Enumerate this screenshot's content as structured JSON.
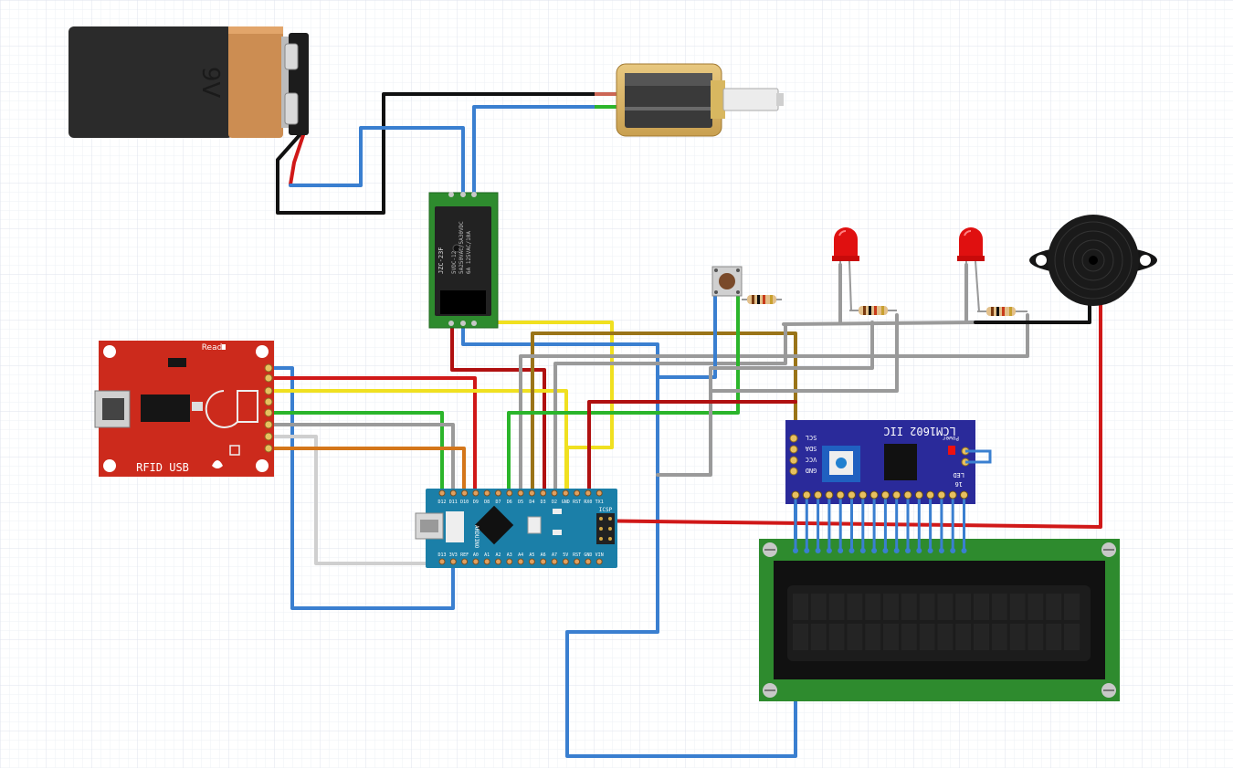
{
  "battery": {
    "label": "9V"
  },
  "rfid": {
    "title": "RFID USB",
    "read_label": "Read"
  },
  "relay": {
    "model": "JZC-23F",
    "rating_1": "5VDC-12",
    "rating_2": "5A250VAC/5A30VDC",
    "rating_3": "6A 125VAC/10A"
  },
  "arduino": {
    "top_pins": [
      "D12",
      "D11",
      "D10",
      "D9",
      "D8",
      "D7",
      "D6",
      "D5",
      "D4",
      "D3",
      "D2",
      "GND",
      "RST",
      "RX0",
      "TX1"
    ],
    "bottom_pins": [
      "D13",
      "3V3",
      "REF",
      "A0",
      "A1",
      "A2",
      "A3",
      "A4",
      "A5",
      "A6",
      "A7",
      "5V",
      "RST",
      "GND",
      "VIN"
    ],
    "board_text": "ARDUINO",
    "icsp_label": "ICSP"
  },
  "i2c_backpack": {
    "title": "LCM1602 IIC",
    "pins": [
      "SCL",
      "SDA",
      "VCC",
      "GND"
    ],
    "power_label": "Power",
    "led_label": "LED",
    "number": "16"
  },
  "colors": {
    "grid": "#e6e9f2",
    "red_wire": "#d01818",
    "black_wire": "#111111",
    "blue_wire": "#3a7fd0",
    "yellow_wire": "#f0e020",
    "green_wire": "#2bb52b",
    "gray_wire": "#9a9a9a",
    "orange_wire": "#d4761a",
    "brown_wire": "#9a7418",
    "darkred_wire": "#b01010",
    "rfid_board": "#cc2a1c",
    "arduino_board": "#1b7fa8",
    "relay_board": "#2e8b2e",
    "lcd_board": "#2e8b2e",
    "i2c_board": "#2a2a9a"
  }
}
